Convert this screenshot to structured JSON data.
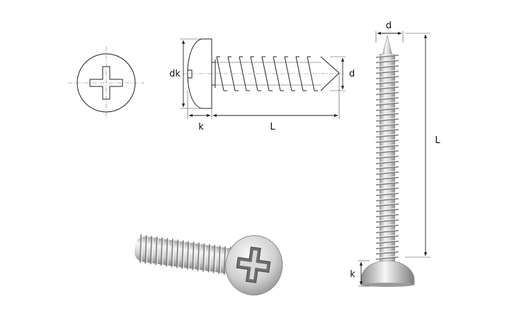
{
  "labels": {
    "side_head_diameter": "dk",
    "side_thread_diameter": "d",
    "side_head_height": "k",
    "side_length": "L",
    "photo_thread_diameter": "d",
    "photo_length": "L",
    "photo_head_height": "k"
  },
  "colors": {
    "line": "#222222",
    "metal_light": "#f2f2f2",
    "metal_mid": "#c9c9c9",
    "metal_dark": "#8c8c8c"
  }
}
